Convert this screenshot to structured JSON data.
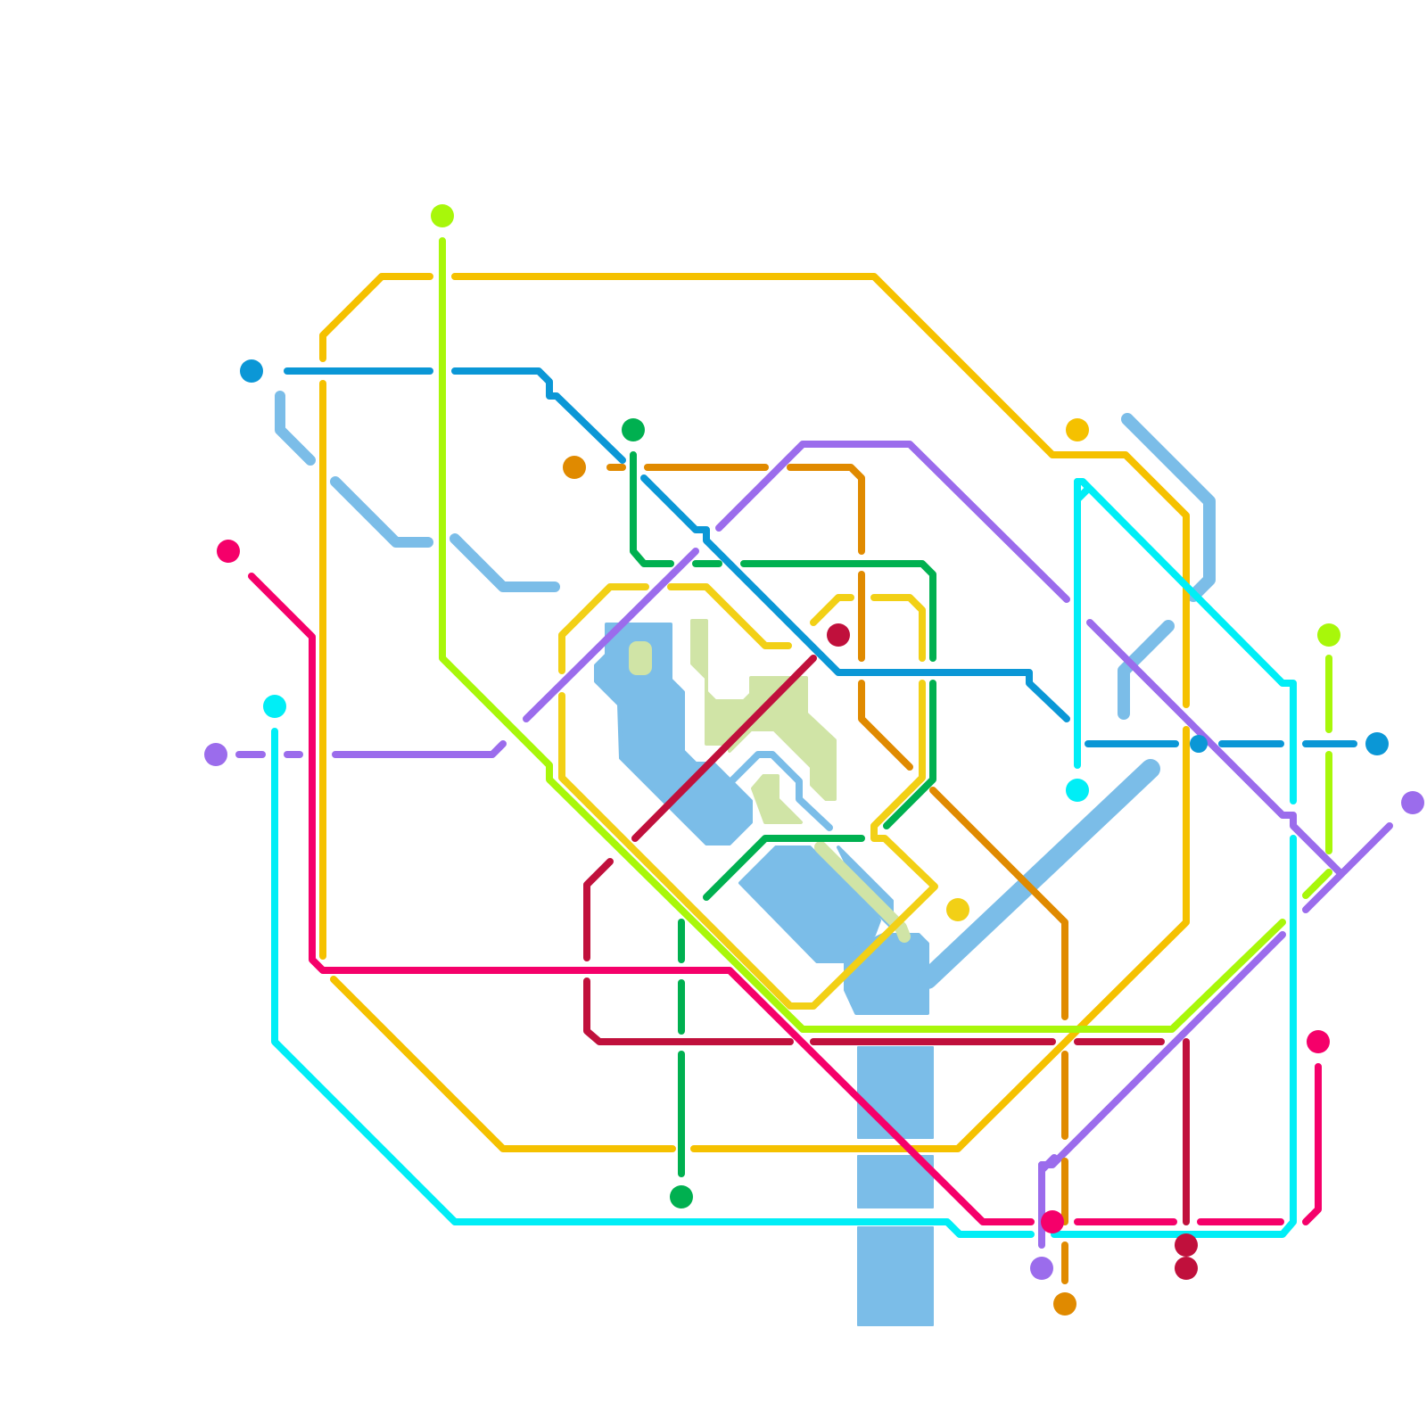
{
  "map": {
    "colors": {
      "background": "#ffffff",
      "water": "#7bbde8",
      "park": "#d0e4a6"
    },
    "lines": [
      {
        "id": "orange-line",
        "color": "#f5c100"
      },
      {
        "id": "blue-line",
        "color": "#0b97d6"
      },
      {
        "id": "lime-line",
        "color": "#a8f70a"
      },
      {
        "id": "red-line",
        "color": "#f5006a"
      },
      {
        "id": "cyan-line",
        "color": "#00eef6"
      },
      {
        "id": "purple-line",
        "color": "#9b6cec"
      },
      {
        "id": "green-line",
        "color": "#00b050"
      },
      {
        "id": "amber-line",
        "color": "#e08a00"
      },
      {
        "id": "yellow-line",
        "color": "#f2d016"
      },
      {
        "id": "crimson-line",
        "color": "#c0103c"
      }
    ]
  }
}
